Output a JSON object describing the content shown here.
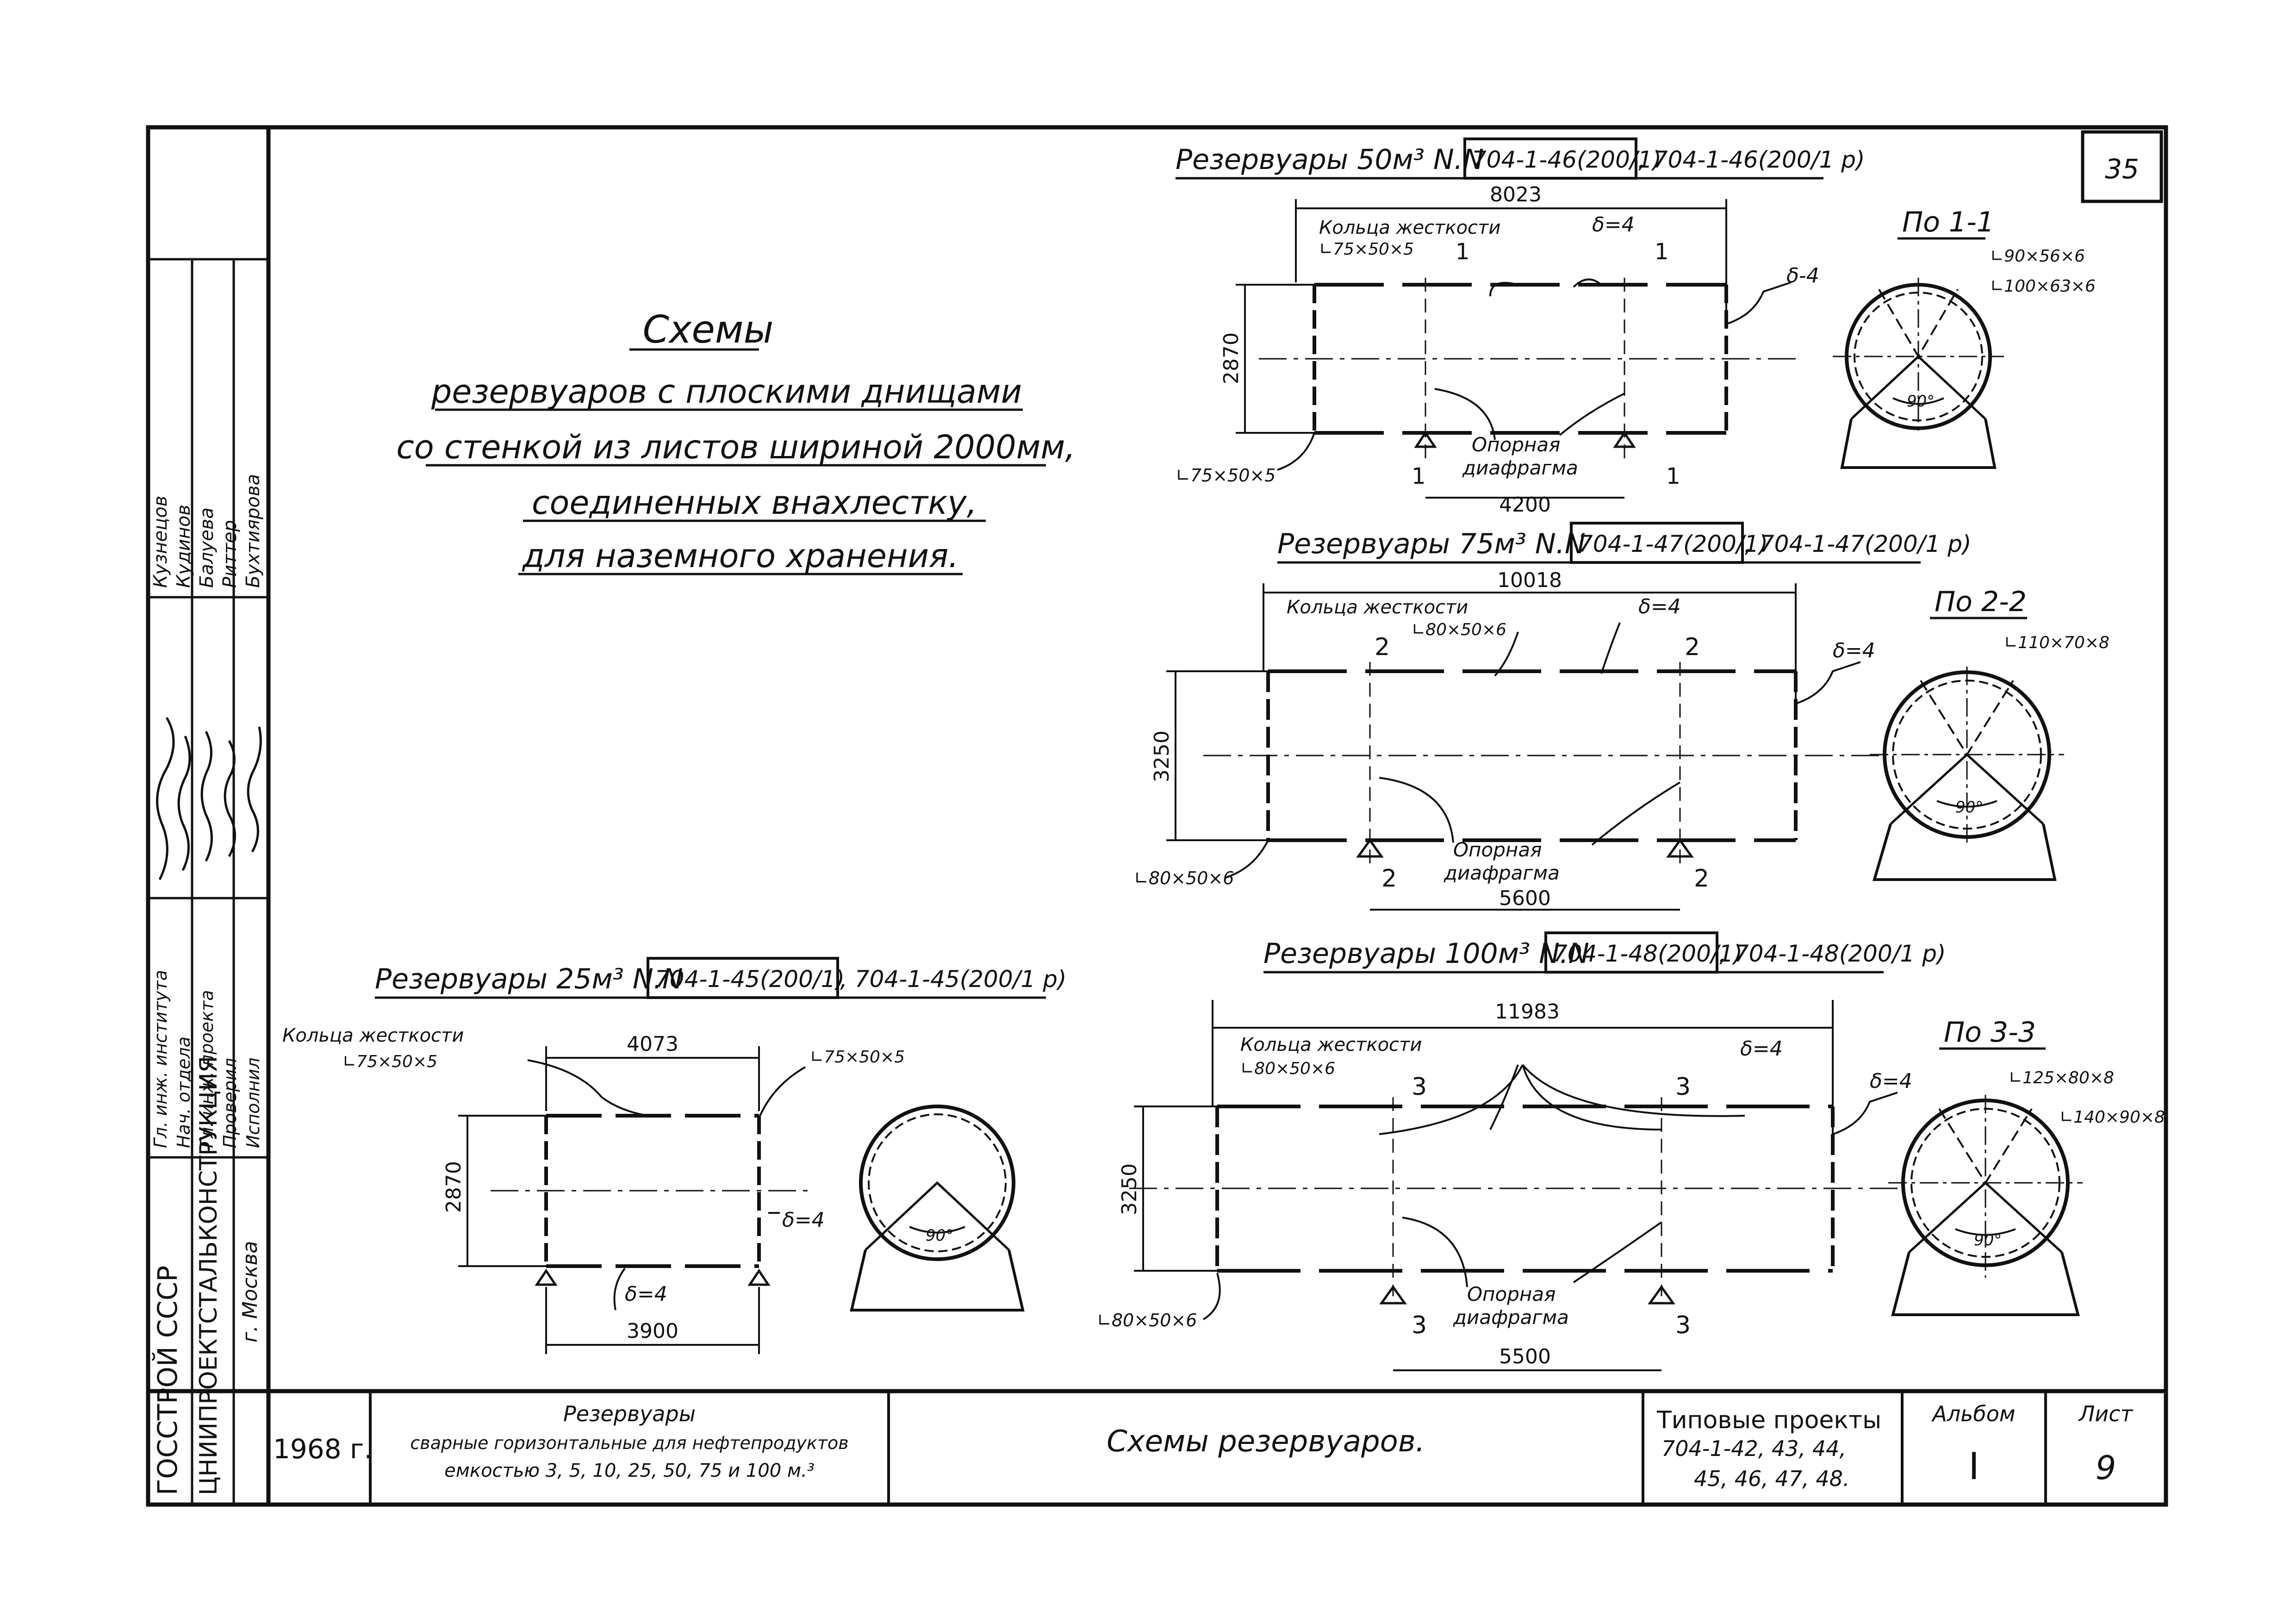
{
  "sheet_number": "35",
  "main_title": {
    "heading": "Схемы",
    "lines": [
      "резервуаров с плоскими днищами",
      "со стенкой из листов шириной 2000мм,",
      "соединенных внахлестку,",
      "для наземного хранения."
    ]
  },
  "tank50": {
    "title": "Резервуары 50м³ N.N",
    "project_box": "704-1-46(200/1)",
    "project_alt": ", 704-1-46(200/1 р)",
    "length": "8023",
    "ring_label": "Кольца жесткости",
    "ring_angle": "∟75×50×5",
    "delta_top": "δ=4",
    "delta_side": "δ-4",
    "diameter": "2870",
    "diaphragm_l1": "Опорная",
    "diaphragm_l2": "диафрагма",
    "support_span": "4200",
    "bottom_angle": "∟75×50×5",
    "cut_mark": "1",
    "section": {
      "title": "По 1-1",
      "angle1": "∟90×56×6",
      "angle2": "∟100×63×6",
      "support_angle": "90°"
    }
  },
  "tank75": {
    "title": "Резервуары 75м³ N.N",
    "project_box": "704-1-47(200/1)",
    "project_alt": ", 704-1-47(200/1 р)",
    "length": "10018",
    "ring_label": "Кольца жесткости",
    "ring_angle": "∟80×50×6",
    "delta_top": "δ=4",
    "delta_side": "δ=4",
    "diameter": "3250",
    "diaphragm_l1": "Опорная",
    "diaphragm_l2": "диафрагма",
    "support_span": "5600",
    "bottom_angle": "∟80×50×6",
    "cut_mark": "2",
    "section": {
      "title": "По 2-2",
      "angle1": "∟110×70×8",
      "support_angle": "90°"
    }
  },
  "tank100": {
    "title": "Резервуары 100м³ N.N",
    "project_box": "704-1-48(200/1)",
    "project_alt": ", 704-1-48(200/1 р)",
    "length": "11983",
    "ring_label": "Кольца жесткости",
    "ring_angle": "∟80×50×6",
    "delta_top": "δ=4",
    "delta_side": "δ=4",
    "diameter": "3250",
    "diaphragm_l1": "Опорная",
    "diaphragm_l2": "диафрагма",
    "support_span": "5500",
    "bottom_angle": "∟80×50×6",
    "cut_mark": "3",
    "section": {
      "title": "По 3-3",
      "angle1": "∟125×80×8",
      "angle2": "∟140×90×8",
      "support_angle": "90°"
    }
  },
  "tank25": {
    "title": "Резервуары 25м³ N.N",
    "project_box": "704-1-45(200/1)",
    "project_alt": ", 704-1-45(200/1 р)",
    "ring_label": "Кольца жесткости",
    "ring_angle": "∟75×50×5",
    "right_angle": "∟75×50×5",
    "length": "4073",
    "diameter": "2870",
    "delta_side": "δ=4",
    "delta_bottom": "δ=4",
    "support_span": "3900",
    "support_angle": "90°"
  },
  "left_strip": {
    "names": [
      "Кузнецов",
      "Кудинов",
      "Балуева",
      "Риттер",
      "Бухтиярова"
    ],
    "roles": [
      "Гл. инж. института",
      "Нач. отдела",
      "Гл. инж. проекта",
      "Проверил",
      "Исполнил"
    ],
    "org1": "ГОССТРОЙ СССР",
    "org2": "ЦНИИПРОЕКТСТАЛЬКОНСТРУКЦИЯ",
    "city": "г. Москва"
  },
  "title_block": {
    "year": "1968 г.",
    "desc_title": "Резервуары",
    "desc_line1": "сварные горизонтальные для нефтепродуктов",
    "desc_line2": "емкостью 3, 5, 10, 25, 50, 75 и 100 м.³",
    "sheet_title": "Схемы резервуаров.",
    "projects_label": "Типовые проекты",
    "projects_line1": "704-1-42, 43, 44,",
    "projects_line2": "45, 46, 47, 48.",
    "album_label": "Альбом",
    "album_value": "I",
    "sheet_label": "Лист",
    "sheet_value": "9"
  },
  "colors": {
    "ink": "#111111",
    "paper": "#ffffff"
  }
}
